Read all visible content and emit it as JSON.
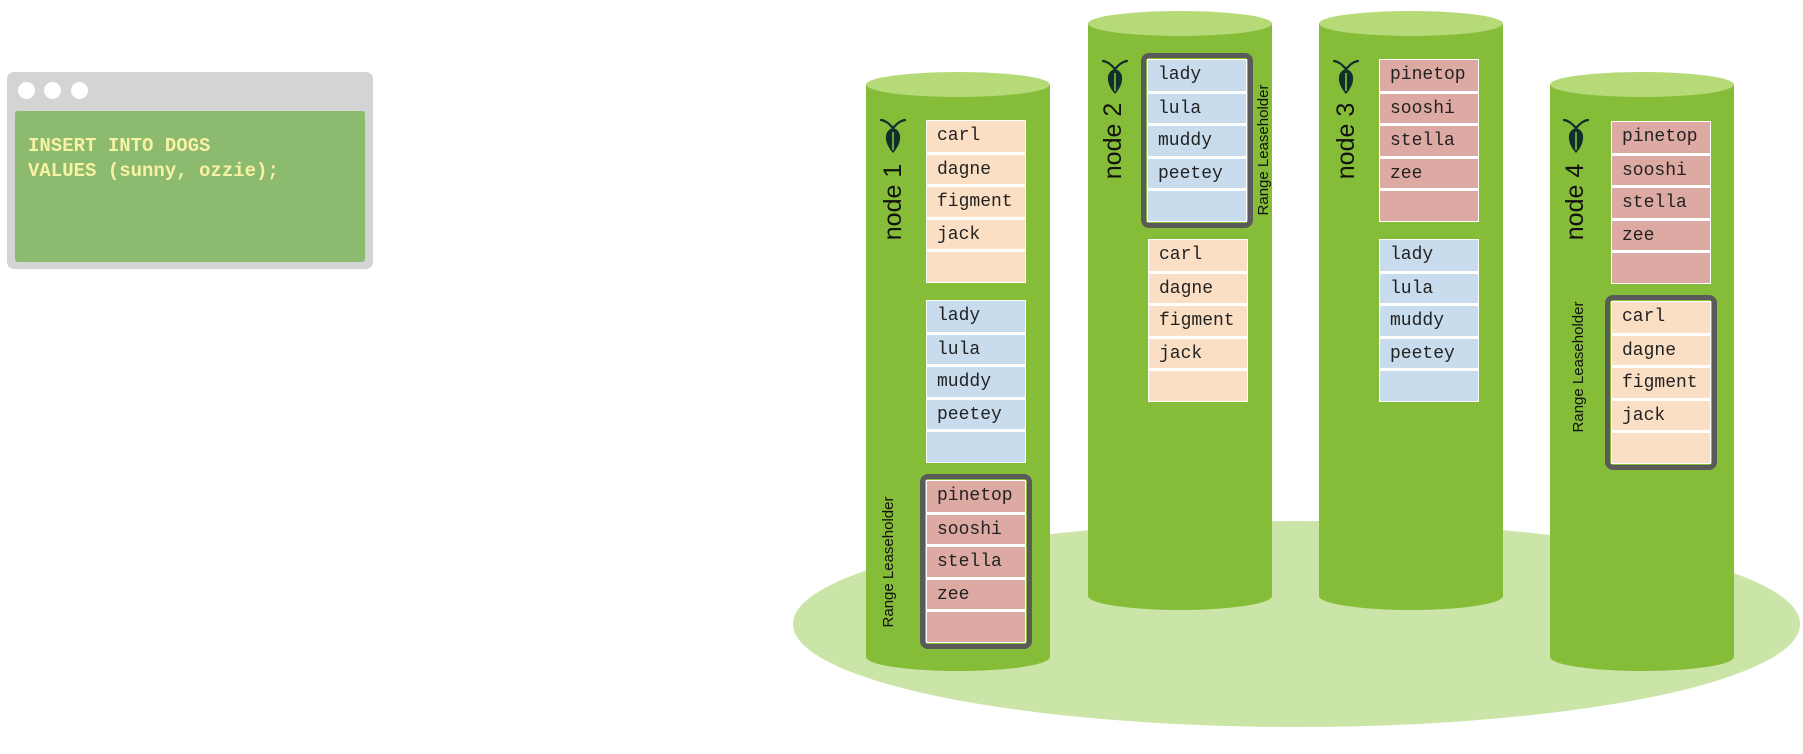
{
  "terminal": {
    "line1": "INSERT INTO DOGS",
    "line2": "VALUES (sunny, ozzie);"
  },
  "colors": {
    "node_body": "#86bd38",
    "node_top": "#b7da78",
    "ground": "#cbe5a8",
    "range_peach": "#fbdfc4",
    "range_blue": "#c8dcee",
    "range_red": "#ddaaa3",
    "leaseholder_border": "#5a5a5a"
  },
  "nodes": [
    {
      "label": "node 1",
      "icon": "cockroach-logo-icon",
      "leaseholder_label": "Range Leaseholder",
      "ranges": [
        {
          "rows": [
            "carl",
            "dagne",
            "figment",
            "jack",
            ""
          ]
        },
        {
          "rows": [
            "lady",
            "lula",
            "muddy",
            "peetey",
            ""
          ]
        },
        {
          "rows": [
            "pinetop",
            "sooshi",
            "stella",
            "zee",
            ""
          ],
          "leaseholder": true
        }
      ]
    },
    {
      "label": "node 2",
      "icon": "cockroach-logo-icon",
      "leaseholder_label": "Range Leaseholder",
      "ranges": [
        {
          "rows": [
            "lady",
            "lula",
            "muddy",
            "peetey",
            ""
          ],
          "leaseholder": true
        },
        {
          "rows": [
            "carl",
            "dagne",
            "figment",
            "jack",
            ""
          ]
        }
      ]
    },
    {
      "label": "node 3",
      "icon": "cockroach-logo-icon",
      "ranges": [
        {
          "rows": [
            "pinetop",
            "sooshi",
            "stella",
            "zee",
            ""
          ]
        },
        {
          "rows": [
            "lady",
            "lula",
            "muddy",
            "peetey",
            ""
          ]
        }
      ]
    },
    {
      "label": "node 4",
      "icon": "cockroach-logo-icon",
      "leaseholder_label": "Range Leaseholder",
      "ranges": [
        {
          "rows": [
            "pinetop",
            "sooshi",
            "stella",
            "zee",
            ""
          ]
        },
        {
          "rows": [
            "carl",
            "dagne",
            "figment",
            "jack",
            ""
          ],
          "leaseholder": true
        }
      ]
    }
  ]
}
